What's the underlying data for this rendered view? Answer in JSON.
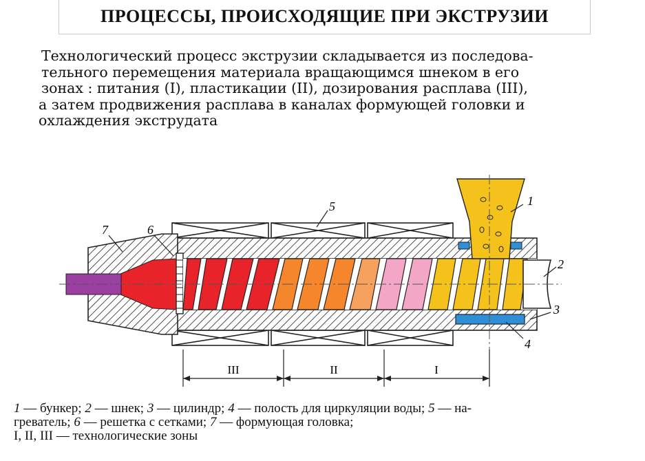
{
  "title": "ПРОЦЕССЫ, ПРОИСХОДЯЩИЕ ПРИ ЭКСТРУЗИИ",
  "intro": {
    "line1": "Технологический процесс экструзии складывается из последова-",
    "line2": "тельного перемещения материала вращающимся шнеком в его",
    "line3": "зонах : питания (I), пластикации (II), дозирования расплава (III),",
    "line4": "а затем продвижения расплава в каналах формующей головки и",
    "line5": "охлаждения экструдата"
  },
  "diagram": {
    "callouts": [
      "1",
      "2",
      "3",
      "4",
      "5",
      "6",
      "7"
    ],
    "zones": [
      "III",
      "II",
      "I"
    ],
    "colors": {
      "hopper": "#f2b233",
      "die_outlet": "#9b3fa3",
      "melt_red": "#e8232a",
      "plasticizing_orange": "#f5862b",
      "feed_pink": "#f4a6c6",
      "feed_yellow": "#f5c21b",
      "water_cavity": "#2f8fd6",
      "hatch": "#222222"
    }
  },
  "legend": {
    "line1_a": "1",
    "line1_b": " — бункер; ",
    "line1_c": "2",
    "line1_d": " — шнек; ",
    "line1_e": "3",
    "line1_f": " — цилиндр; ",
    "line1_g": "4",
    "line1_h": " — полость для циркуляции воды; ",
    "line1_i": "5",
    "line1_j": " — на-",
    "line2_a": "греватель; ",
    "line2_b": "6",
    "line2_c": " — решетка с сетками; ",
    "line2_d": "7",
    "line2_e": " — формующая головка;",
    "line3": "I, II, III — технологические зоны"
  }
}
